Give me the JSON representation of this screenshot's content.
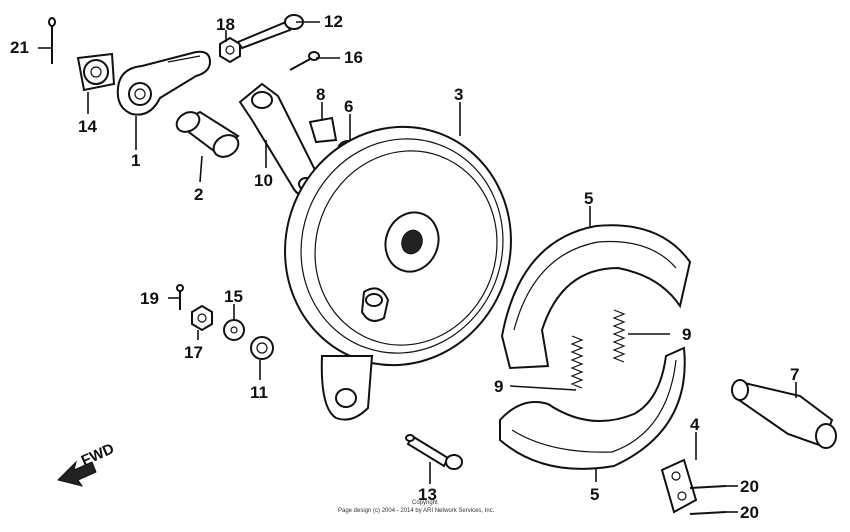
{
  "callouts": {
    "c1": "1",
    "c2": "2",
    "c3": "3",
    "c4": "4",
    "c5a": "5",
    "c5b": "5",
    "c6": "6",
    "c7": "7",
    "c8": "8",
    "c9a": "9",
    "c9b": "9",
    "c10": "10",
    "c11": "11",
    "c12": "12",
    "c13": "13",
    "c14": "14",
    "c15": "15",
    "c16": "16",
    "c17": "17",
    "c18": "18",
    "c19": "19",
    "c20a": "20",
    "c20b": "20",
    "c21": "21"
  },
  "direction_label": "FWD",
  "footer": {
    "line1": "Copyright",
    "line2": "Page design (c) 2004 - 2014 by ARI Network Services, Inc."
  }
}
